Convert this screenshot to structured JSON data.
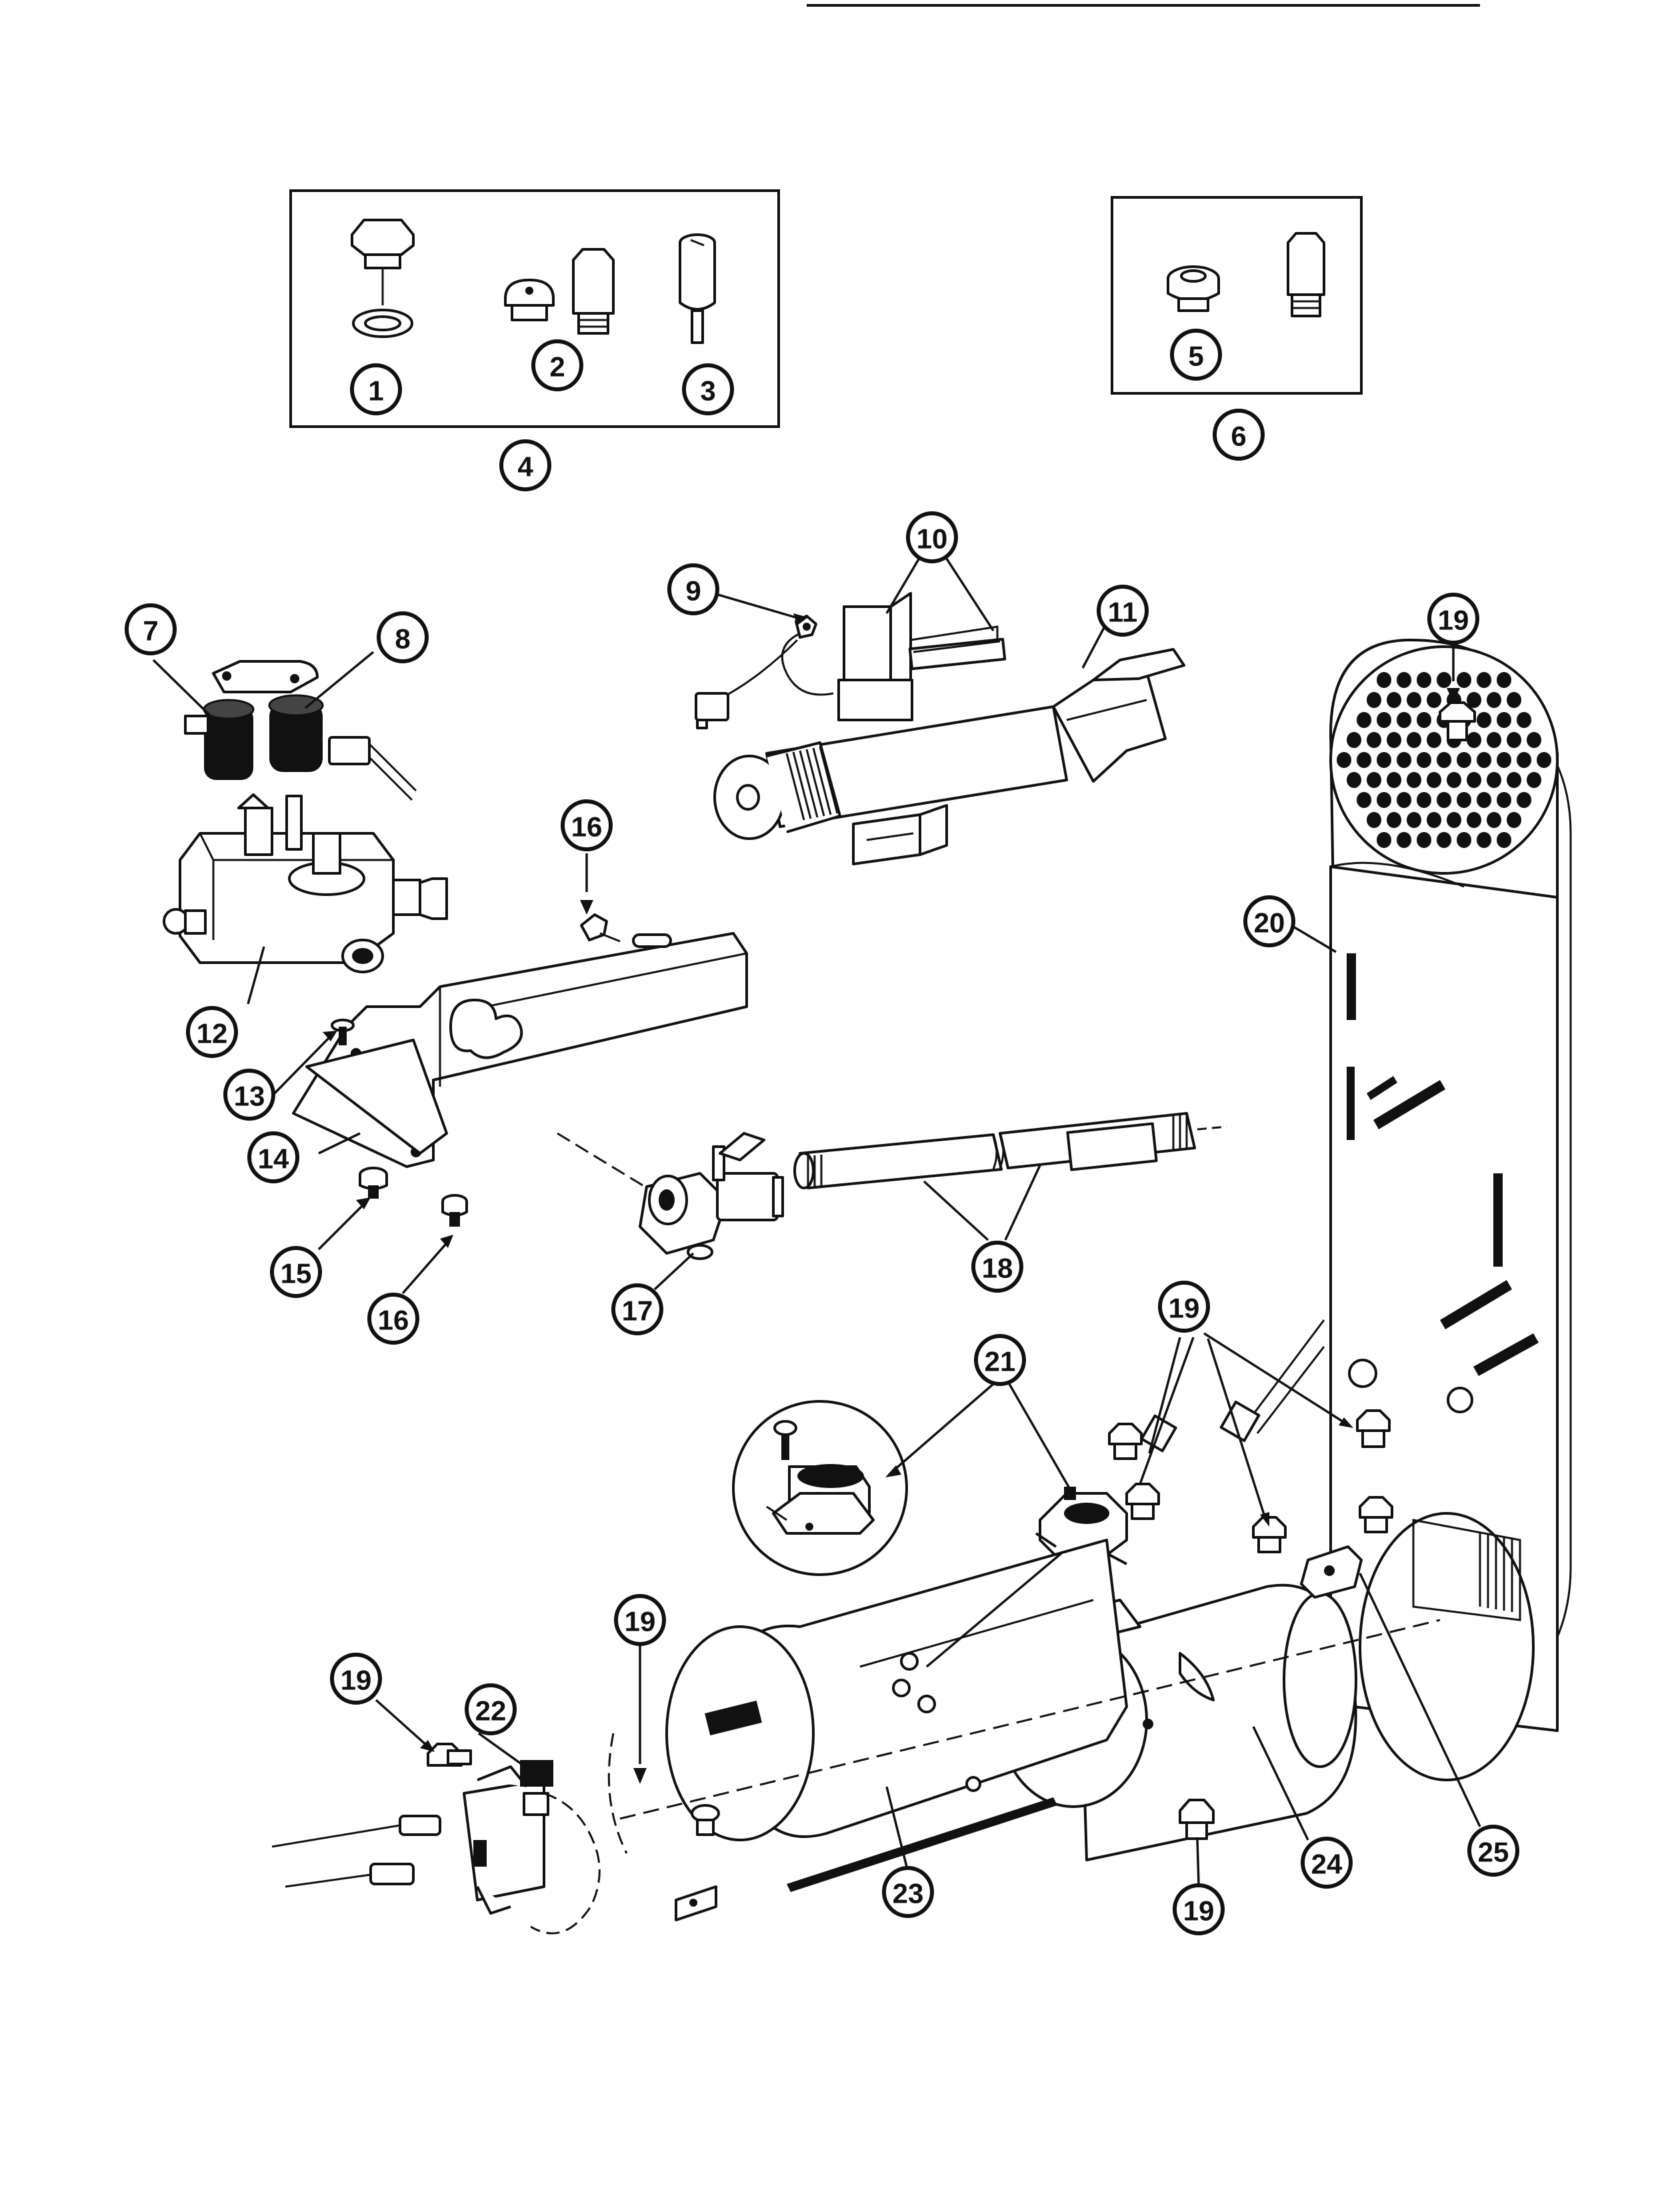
{
  "callouts": [
    {
      "id": "c1",
      "label": "1"
    },
    {
      "id": "c2",
      "label": "2"
    },
    {
      "id": "c3",
      "label": "3"
    },
    {
      "id": "c4",
      "label": "4"
    },
    {
      "id": "c5",
      "label": "5"
    },
    {
      "id": "c6",
      "label": "6"
    },
    {
      "id": "c7",
      "label": "7"
    },
    {
      "id": "c8",
      "label": "8"
    },
    {
      "id": "c9",
      "label": "9"
    },
    {
      "id": "c10",
      "label": "10"
    },
    {
      "id": "c11",
      "label": "11"
    },
    {
      "id": "c12",
      "label": "12"
    },
    {
      "id": "c13",
      "label": "13"
    },
    {
      "id": "c14",
      "label": "14"
    },
    {
      "id": "c15",
      "label": "15"
    },
    {
      "id": "c16a",
      "label": "16"
    },
    {
      "id": "c16b",
      "label": "16"
    },
    {
      "id": "c17",
      "label": "17"
    },
    {
      "id": "c18",
      "label": "18"
    },
    {
      "id": "c19a",
      "label": "19"
    },
    {
      "id": "c19b",
      "label": "19"
    },
    {
      "id": "c19c",
      "label": "19"
    },
    {
      "id": "c19d",
      "label": "19"
    },
    {
      "id": "c19e",
      "label": "19"
    },
    {
      "id": "c20",
      "label": "20"
    },
    {
      "id": "c21",
      "label": "21"
    },
    {
      "id": "c22",
      "label": "22"
    },
    {
      "id": "c23",
      "label": "23"
    },
    {
      "id": "c24",
      "label": "24"
    },
    {
      "id": "c25",
      "label": "25"
    }
  ]
}
